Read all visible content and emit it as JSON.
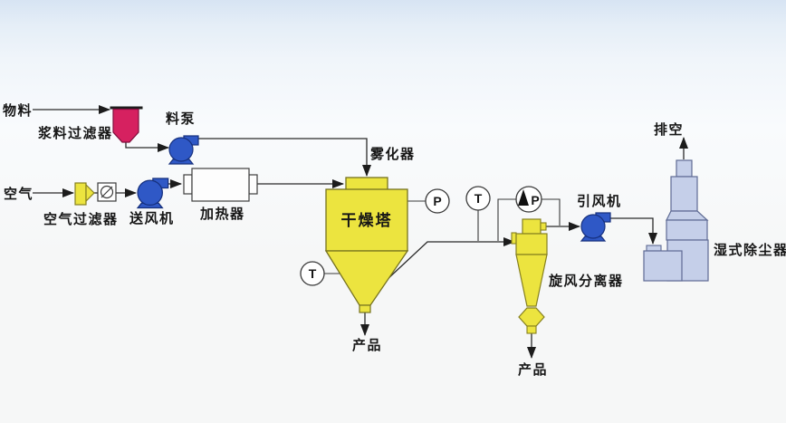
{
  "labels": {
    "material": "物料",
    "slurry_filter": "浆料过滤器",
    "feed_pump": "料泵",
    "air": "空气",
    "air_filter": "空气过滤器",
    "supply_fan": "送风机",
    "heater": "加热器",
    "atomizer": "雾化器",
    "drying_tower": "干燥塔",
    "product_tower": "产品",
    "cyclone": "旋风分离器",
    "product_cyclone": "产品",
    "induced_fan": "引风机",
    "vent": "排空",
    "wet_scrubber": "湿式除尘器"
  },
  "instruments": {
    "pressure_tower": "P",
    "temp_tower": "T",
    "temp_duct": "T",
    "dp_cyclone": "P"
  },
  "colors": {
    "equipment_yellow": "#ece43f",
    "pump_blue": "#2f58c6",
    "slurry_pink": "#d62160",
    "scrubber_blue": "#c5cfe9",
    "line": "#2a2a2a"
  }
}
